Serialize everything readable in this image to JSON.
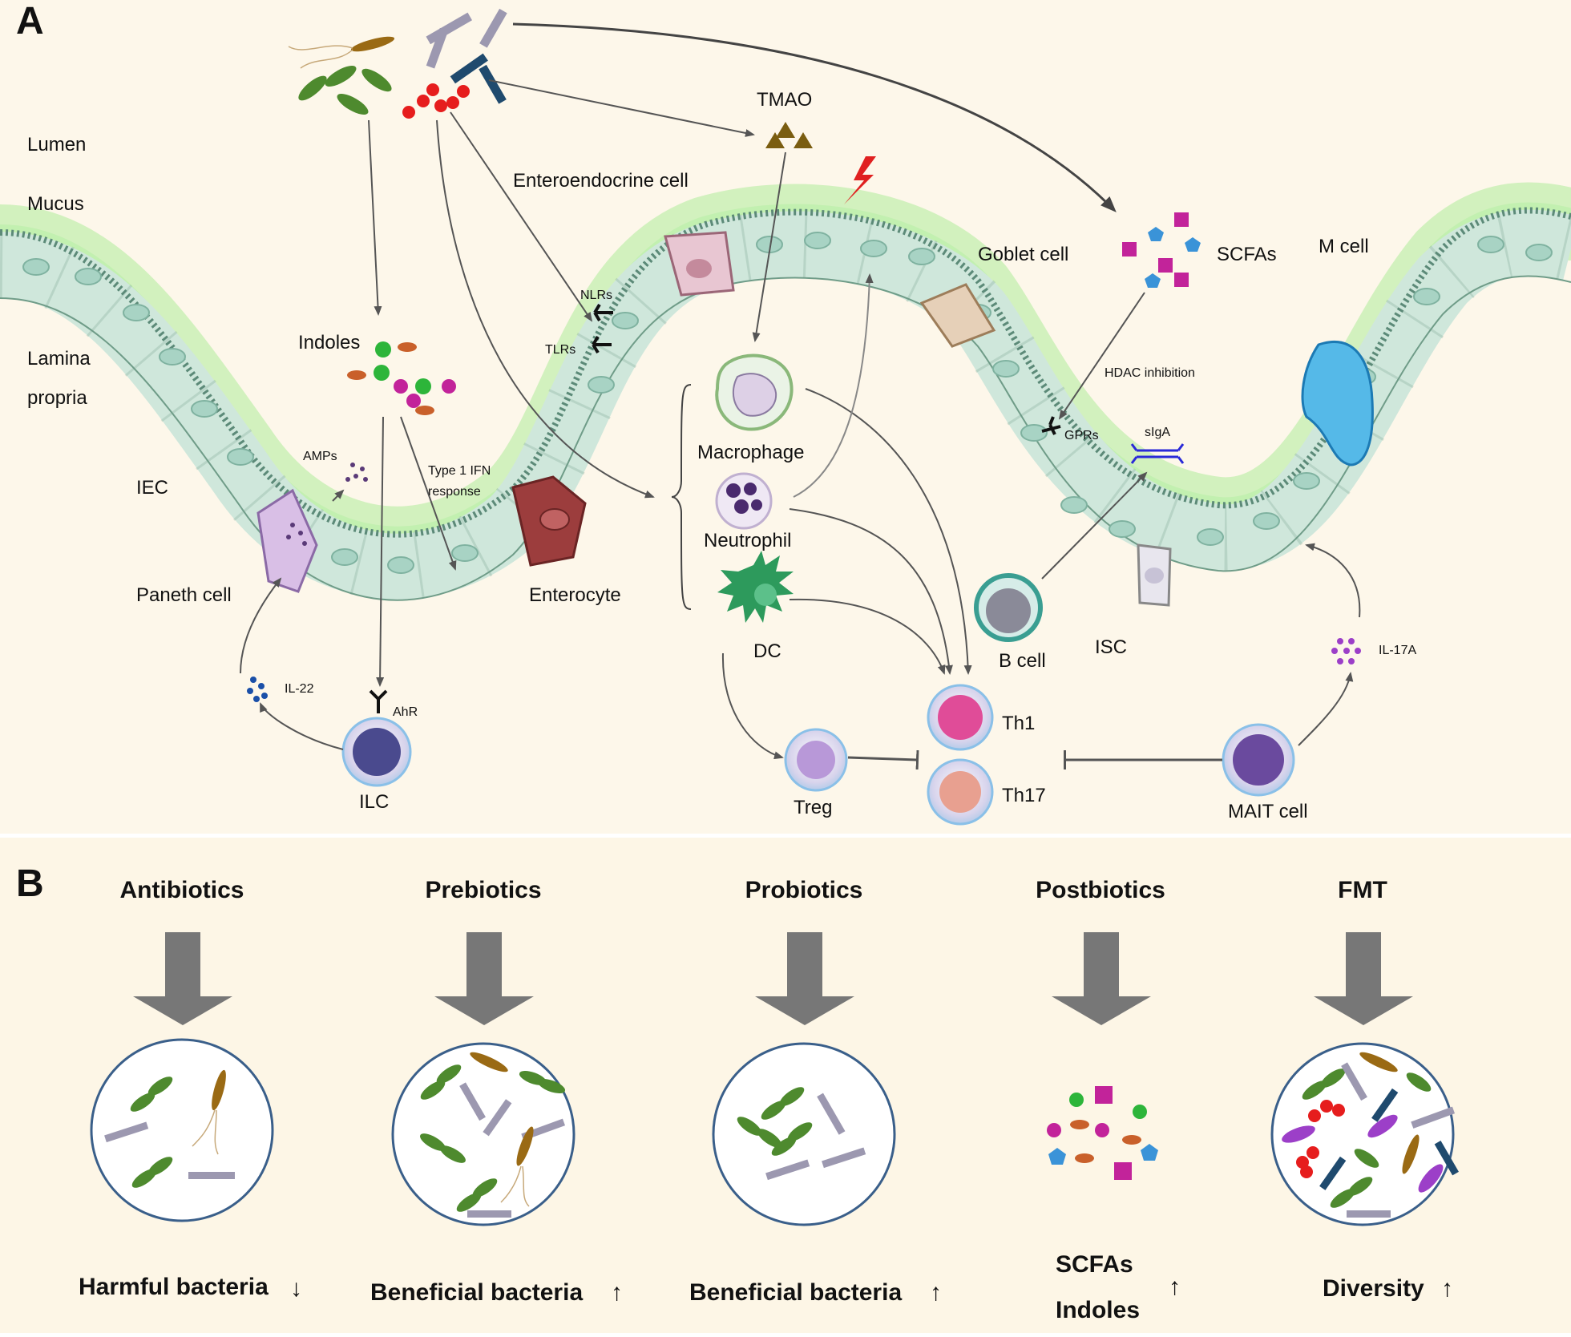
{
  "panels": {
    "a": "A",
    "b": "B"
  },
  "zones": {
    "lumen": "Lumen",
    "mucus": "Mucus",
    "lamina_1": "Lamina",
    "lamina_2": "propria"
  },
  "labels": {
    "tmao": "TMAO",
    "enteroendocrine": "Enteroendocrine cell",
    "goblet": "Goblet cell",
    "scfas": "SCFAs",
    "m_cell": "M cell",
    "nlrs": "NLRs",
    "tlrs": "TLRs",
    "indoles": "Indoles",
    "amps": "AMPs",
    "iec": "IEC",
    "ifn_1": "Type 1 IFN",
    "ifn_2": "response",
    "paneth": "Paneth cell",
    "enterocyte": "Enterocyte",
    "il22": "IL-22",
    "ahr": "AhR",
    "ilc": "ILC",
    "macrophage": "Macrophage",
    "neutrophil": "Neutrophil",
    "dc": "DC",
    "hdac": "HDAC inhibition",
    "gprs": "GPRs",
    "siga": "sIgA",
    "b_cell": "B cell",
    "isc": "ISC",
    "il17a": "IL-17A",
    "th1": "Th1",
    "th17": "Th17",
    "treg": "Treg",
    "mait": "MAIT cell"
  },
  "treatments": [
    {
      "name": "Antibiotics",
      "outcome": "Harmful bacteria",
      "arrow": "↓"
    },
    {
      "name": "Prebiotics",
      "outcome": "Beneficial bacteria",
      "arrow": "↑"
    },
    {
      "name": "Probiotics",
      "outcome": "Beneficial bacteria",
      "arrow": "↑"
    },
    {
      "name": "Postbiotics",
      "outcome_1": "SCFAs",
      "outcome_2": "Indoles",
      "arrow": "↑"
    },
    {
      "name": "FMT",
      "outcome": "Diversity",
      "arrow": "↑"
    }
  ],
  "colors": {
    "background": "#fdf7ea",
    "mucus": "#9ee88a",
    "epithelium": "#cfe7db",
    "cell_nucleus": "#a8d3c4",
    "arrow_gray": "#777777",
    "bacteria_green": "#4e8a2e",
    "bacteria_brown": "#9a6a14",
    "bacteria_gray": "#9c98b0",
    "bacteria_navy": "#1f4a6e",
    "cocci_red": "#e61d1d",
    "scfa_magenta": "#c2239a",
    "scfa_blue": "#3a93d8",
    "paneth": "#d9bfe6",
    "enterocyte": "#9c3d3d",
    "m_cell": "#55b9e8"
  }
}
